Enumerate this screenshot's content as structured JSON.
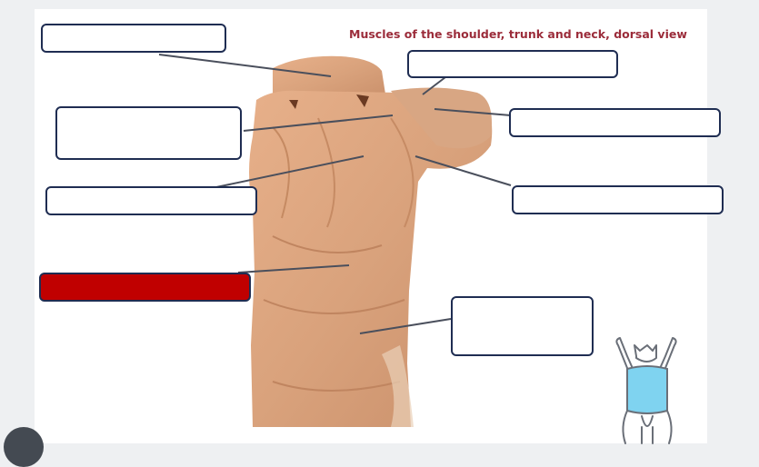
{
  "diagram": {
    "title": "Muscles of the shoulder, trunk and neck, dorsal view",
    "label_boxes": [
      {
        "id": "label-1",
        "value": "",
        "state": "empty"
      },
      {
        "id": "label-2",
        "value": "",
        "state": "empty"
      },
      {
        "id": "label-3",
        "value": "",
        "state": "empty"
      },
      {
        "id": "label-4",
        "value": "",
        "state": "empty"
      },
      {
        "id": "label-5",
        "value": "",
        "state": "empty"
      },
      {
        "id": "label-6",
        "value": "",
        "state": "empty"
      },
      {
        "id": "label-7",
        "value": "",
        "state": "filled-red"
      },
      {
        "id": "label-8",
        "value": "",
        "state": "empty"
      }
    ],
    "figures": [
      "dissected-dog-dorsal-specimen",
      "dog-orientation-icon"
    ],
    "colors": {
      "title": "#9b2c3a",
      "box_border": "#1f2d52",
      "filled_box": "#c00000",
      "leader_line": "#4a4f5c",
      "muscle_tone": "#d9a27c",
      "orientation_highlight": "#7fd3f0"
    }
  }
}
